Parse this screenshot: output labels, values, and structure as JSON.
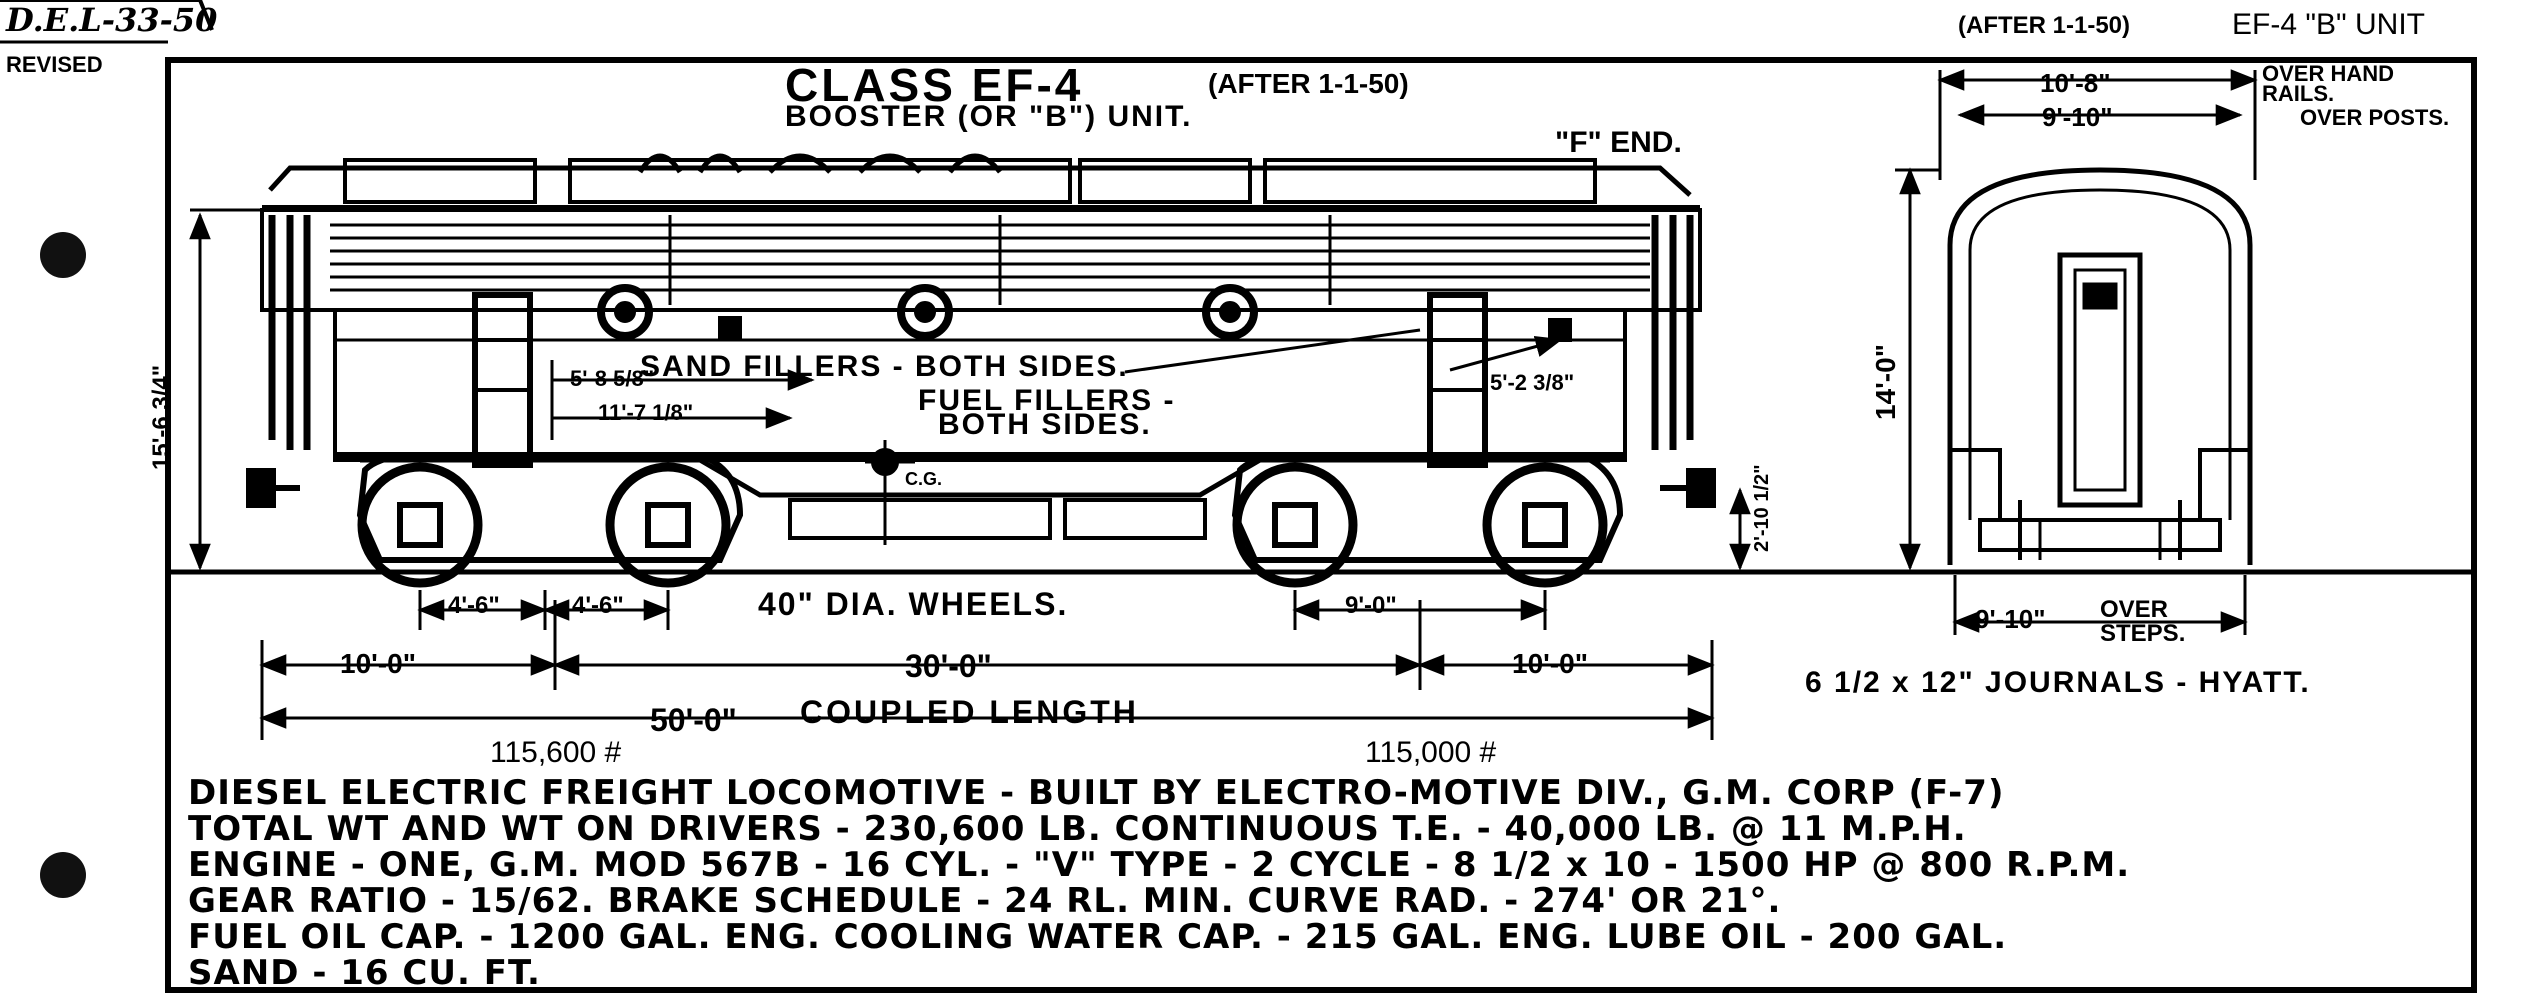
{
  "header": {
    "drawing_no": "D.E.L-33-50",
    "revised": "REVISED",
    "after_label": "(AFTER 1-1-50)",
    "unit_label": "EF-4 \"B\" UNIT"
  },
  "title": {
    "line1": "CLASS EF-4",
    "after": "(AFTER 1-1-50)",
    "line2": "BOOSTER (OR \"B\") UNIT.",
    "f_end": "\"F\" END."
  },
  "side_view": {
    "height_dim": "15'-6 3/4\"",
    "sand_offset": "5'-8 5/8\"",
    "fuel_offset": "11'-7 1/8\"",
    "sand_offset_right": "5'-2 3/8\"",
    "sand_fillers": "SAND FILLERS - BOTH SIDES.",
    "fuel_fillers_1": "FUEL FILLERS -",
    "fuel_fillers_2": "BOTH SIDES.",
    "cg_mark": "C.G.",
    "coupler_height": "2'-10 1/2\"",
    "axle_1": "4'-6\"",
    "axle_2": "4'-6\"",
    "wheels": "40\" DIA. WHEELS.",
    "axle_3": "9'-0\"",
    "overhang_left": "10'-0\"",
    "truck_centers": "30'-0\"",
    "overhang_right": "10'-0\"",
    "coupled_length_value": "50'-0\"",
    "coupled_length_label": "COUPLED LENGTH",
    "weight_front": "115,600 #",
    "weight_rear": "115,000 #"
  },
  "end_view": {
    "width_handrails": "10'-8\"",
    "width_posts": "9'-10\"",
    "over_handrails": "OVER HAND RAILS.",
    "over_posts": "OVER POSTS.",
    "height_dim": "14'-0\"",
    "steps_width": "9'-10\"",
    "over_steps": "OVER STEPS.",
    "journals": "6 1/2 x 12\" JOURNALS - HYATT."
  },
  "specs": [
    "DIESEL ELECTRIC FREIGHT LOCOMOTIVE - BUILT BY ELECTRO-MOTIVE DIV., G.M. CORP (F-7)",
    "TOTAL WT AND WT ON DRIVERS -  230,600      LB. CONTINUOUS T.E. - 40,000  LB. @  11 M.P.H.",
    "ENGINE - ONE, G.M. MOD 567B - 16 CYL. - \"V\" TYPE - 2 CYCLE - 8 1/2 x 10 - 1500 HP @ 800 R.P.M.",
    "GEAR RATIO - 15/62. BRAKE SCHEDULE - 24 RL. MIN. CURVE RAD. - 274' OR 21°.",
    "FUEL OIL CAP. - 1200 GAL. ENG. COOLING WATER CAP. - 215 GAL. ENG. LUBE OIL - 200 GAL.",
    "SAND - 16 CU. FT."
  ]
}
